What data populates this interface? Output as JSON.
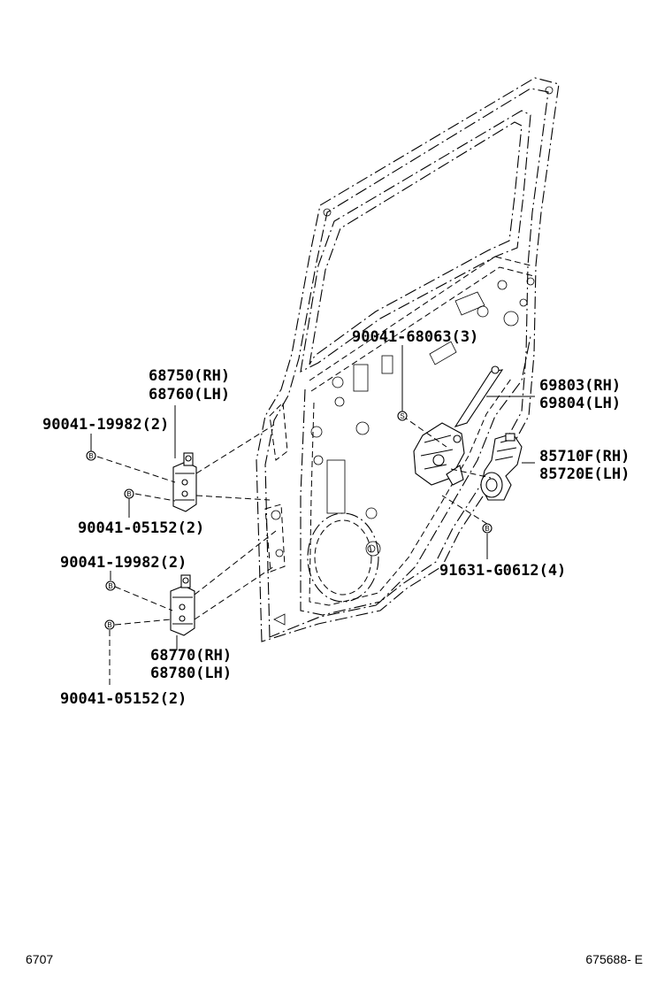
{
  "callouts": {
    "bolt_upper_1": "90041-68063(3)",
    "hinge_upper_rh": "68750(RH)",
    "hinge_upper_lh": "68760(LH)",
    "bolt_hinge_upper_a": "90041-19982(2)",
    "bolt_hinge_upper_b": "90041-05152(2)",
    "regulator_rh": "69803(RH)",
    "regulator_lh": "69804(LH)",
    "motor_rh": "85710F(RH)",
    "motor_lh": "85720E(LH)",
    "screw_motor": "91631-G0612(4)",
    "bolt_hinge_lower_a": "90041-19982(2)",
    "hinge_lower_rh": "68770(RH)",
    "hinge_lower_lh": "68780(LH)",
    "bolt_hinge_lower_b": "90041-05152(2)"
  },
  "markers": {
    "s_marker": "S",
    "b_marker": "B"
  },
  "footer": {
    "left_code": "6707",
    "right_code": "675688- E"
  }
}
